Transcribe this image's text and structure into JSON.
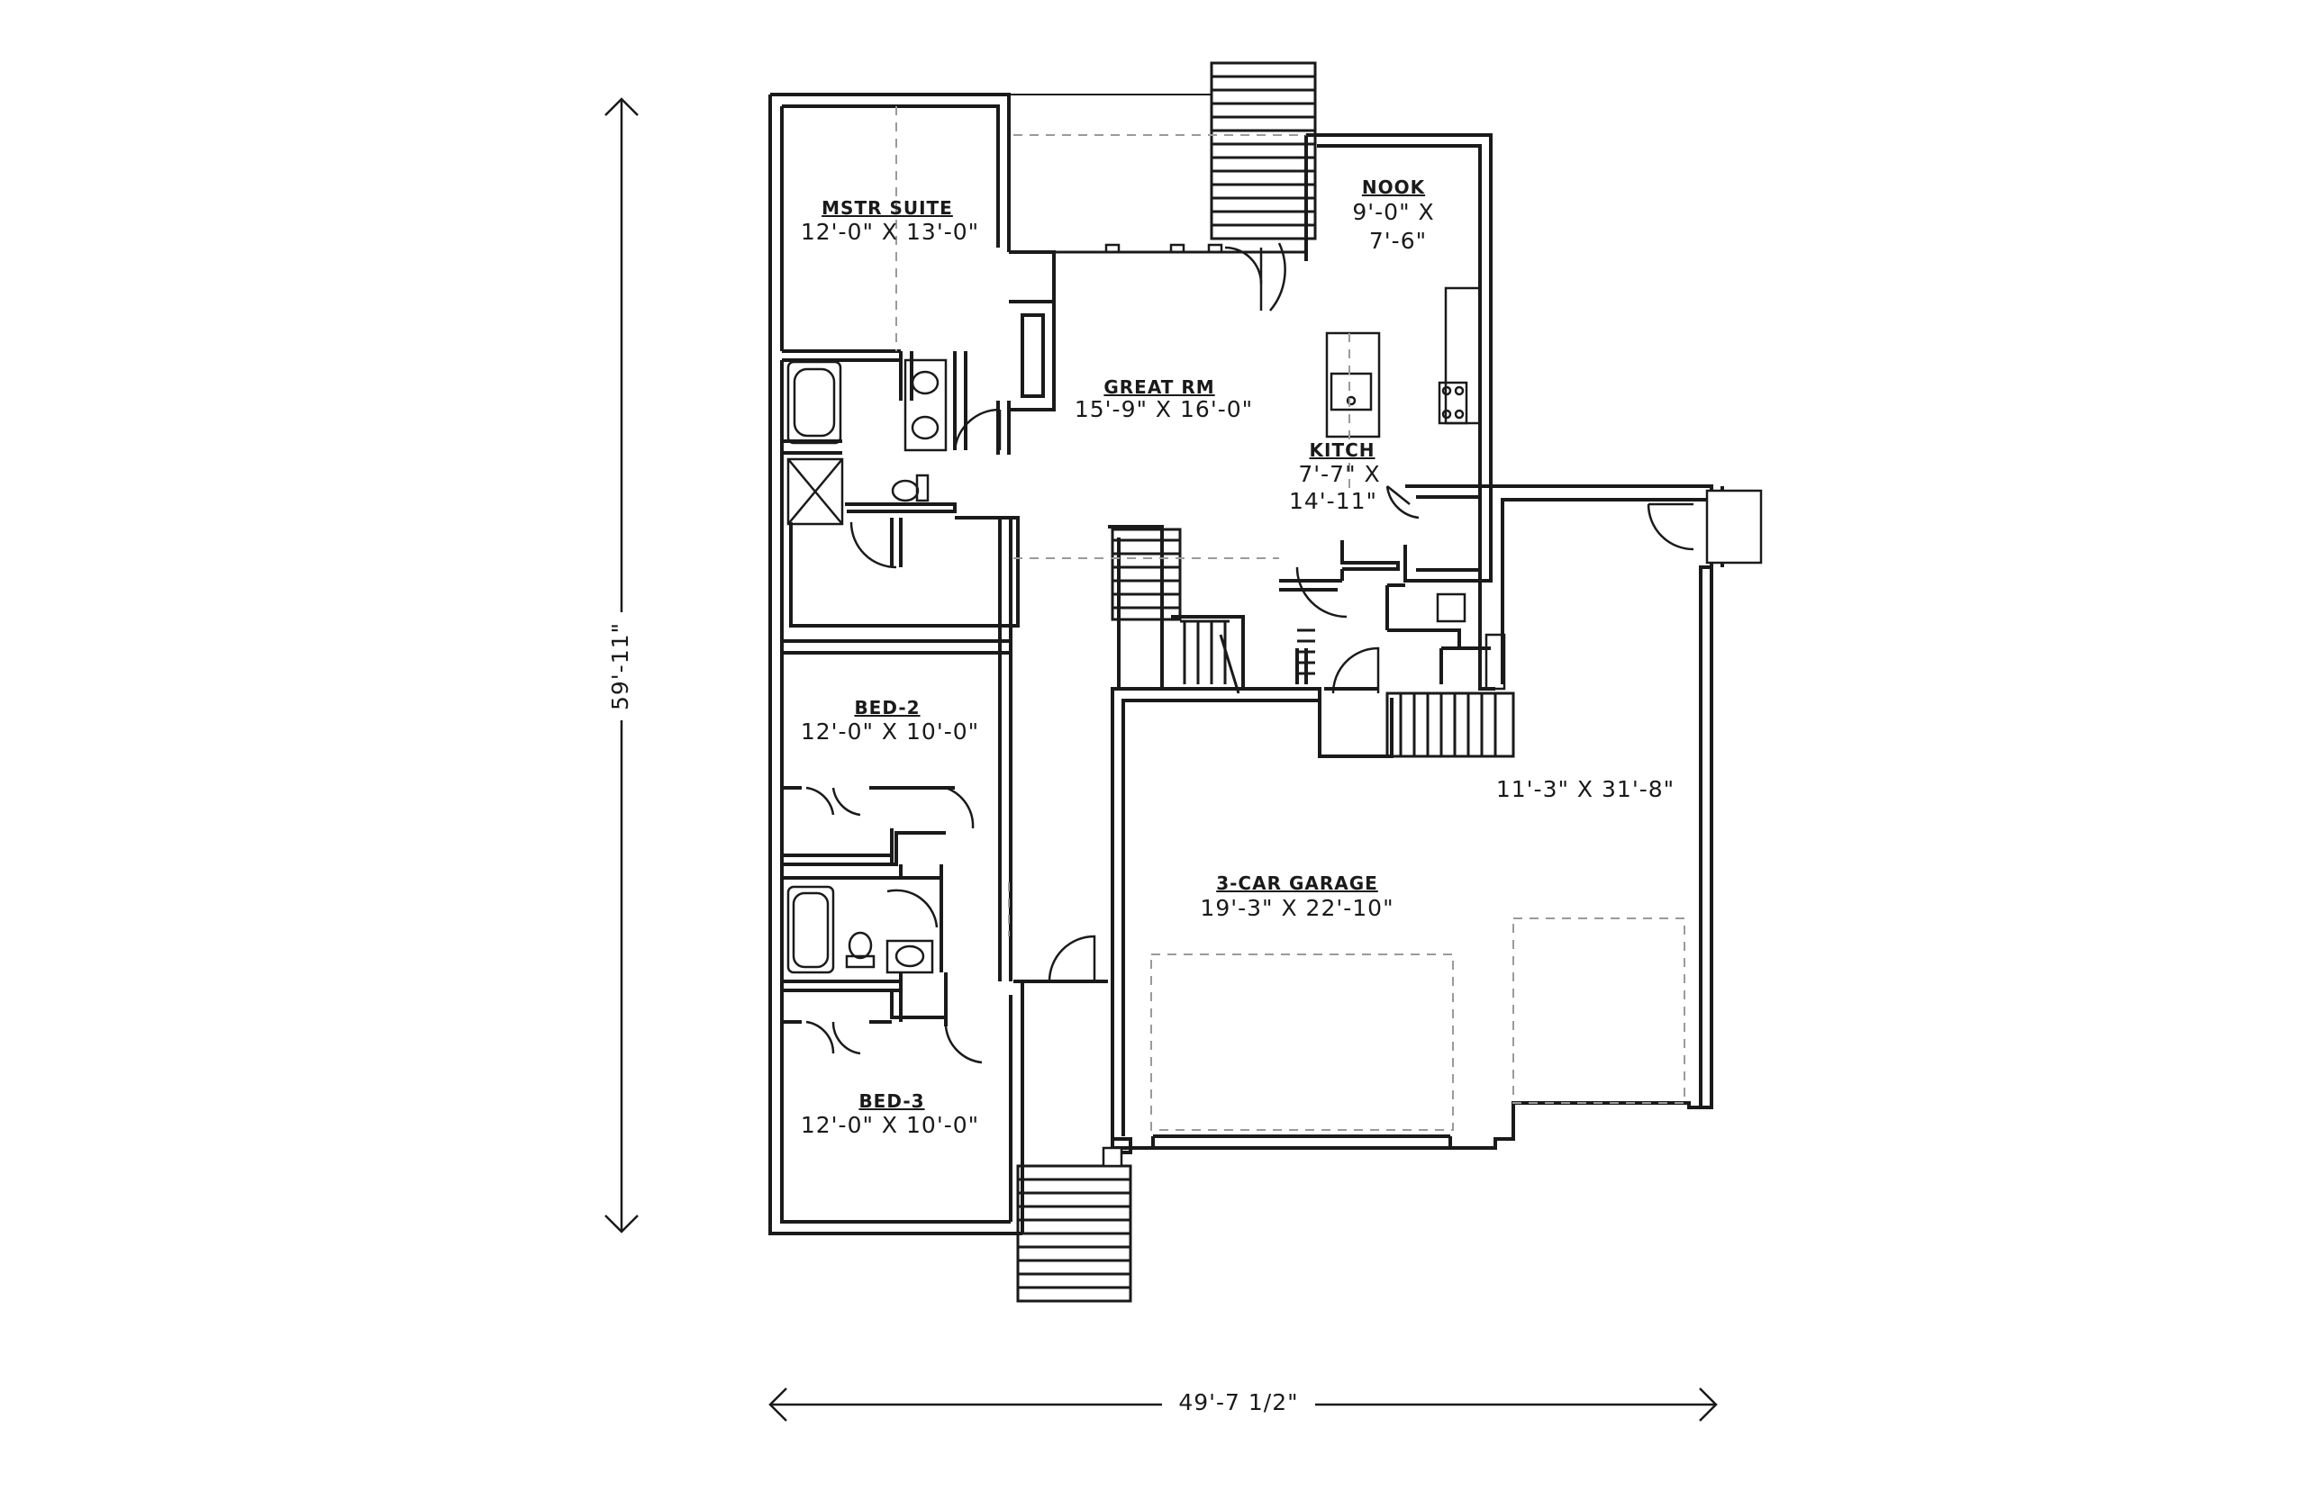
{
  "rooms": {
    "master_suite": {
      "name": "MSTR SUITE",
      "dims": "12'-0\" X 13'-0\""
    },
    "great_room": {
      "name": "GREAT RM",
      "dims": "15'-9\" X 16'-0\""
    },
    "nook": {
      "name": "NOOK",
      "dims_line1": "9'-0\" X",
      "dims_line2": "7'-6\""
    },
    "kitchen": {
      "name": "KITCH",
      "dims_line1": "7'-7\" X",
      "dims_line2": "14'-11\""
    },
    "bed2": {
      "name": "BED-2",
      "dims": "12'-0\" X 10'-0\""
    },
    "bed3": {
      "name": "BED-3",
      "dims": "12'-0\" X 10'-0\""
    },
    "garage": {
      "name": "3-CAR GARAGE",
      "dims": "19'-3\" X 22'-10\"",
      "bay_dims": "11'-3\" X 31'-8\""
    }
  },
  "overall": {
    "depth": "59'-11\"",
    "width": "49'-7 1/2\""
  },
  "colors": {
    "line": "#1a1a1a",
    "dashed": "#9a9a9a",
    "background": "#ffffff"
  }
}
